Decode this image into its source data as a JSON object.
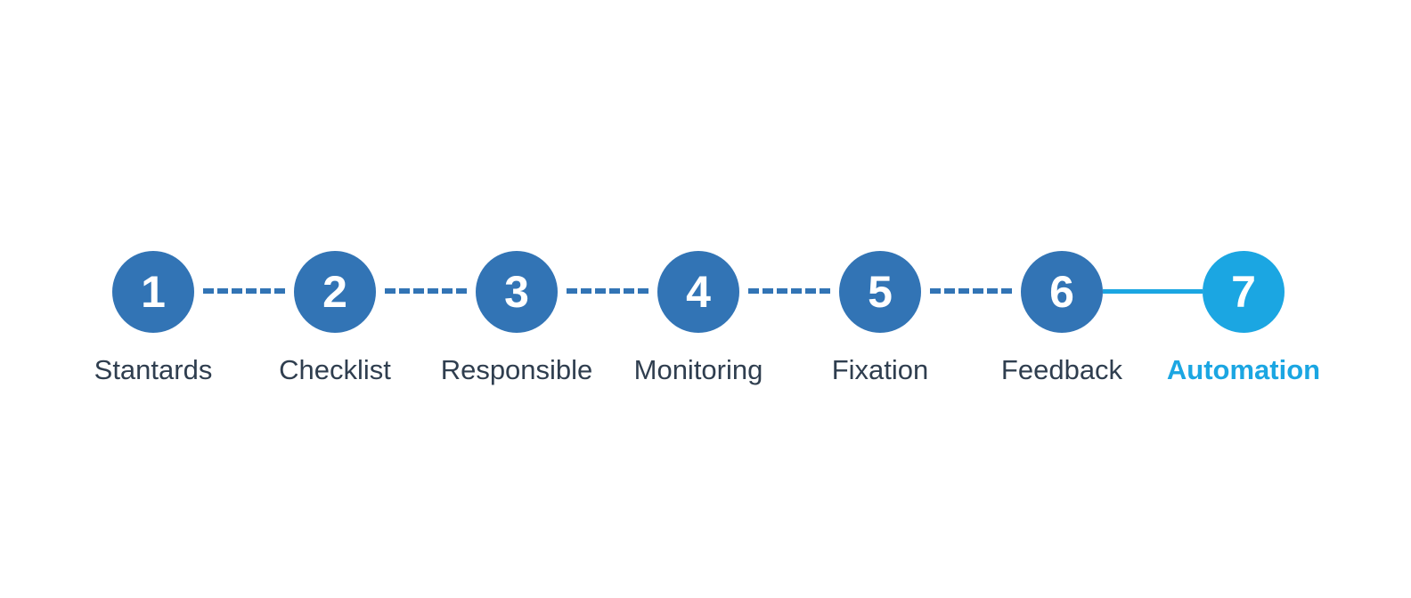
{
  "colors": {
    "step_default": "#3274b5",
    "step_active": "#1ba6e2",
    "label_default": "#2f3e4f",
    "label_active": "#1ba6e2",
    "background": "#ffffff"
  },
  "steps": [
    {
      "number": "1",
      "label": "Stantards",
      "active": false
    },
    {
      "number": "2",
      "label": "Checklist",
      "active": false
    },
    {
      "number": "3",
      "label": "Responsible",
      "active": false
    },
    {
      "number": "4",
      "label": "Monitoring",
      "active": false
    },
    {
      "number": "5",
      "label": "Fixation",
      "active": false
    },
    {
      "number": "6",
      "label": "Feedback",
      "active": false
    },
    {
      "number": "7",
      "label": "Automation",
      "active": true
    }
  ],
  "connectors": [
    {
      "style": "dashed"
    },
    {
      "style": "dashed"
    },
    {
      "style": "dashed"
    },
    {
      "style": "dashed"
    },
    {
      "style": "dashed"
    },
    {
      "style": "solid"
    }
  ]
}
